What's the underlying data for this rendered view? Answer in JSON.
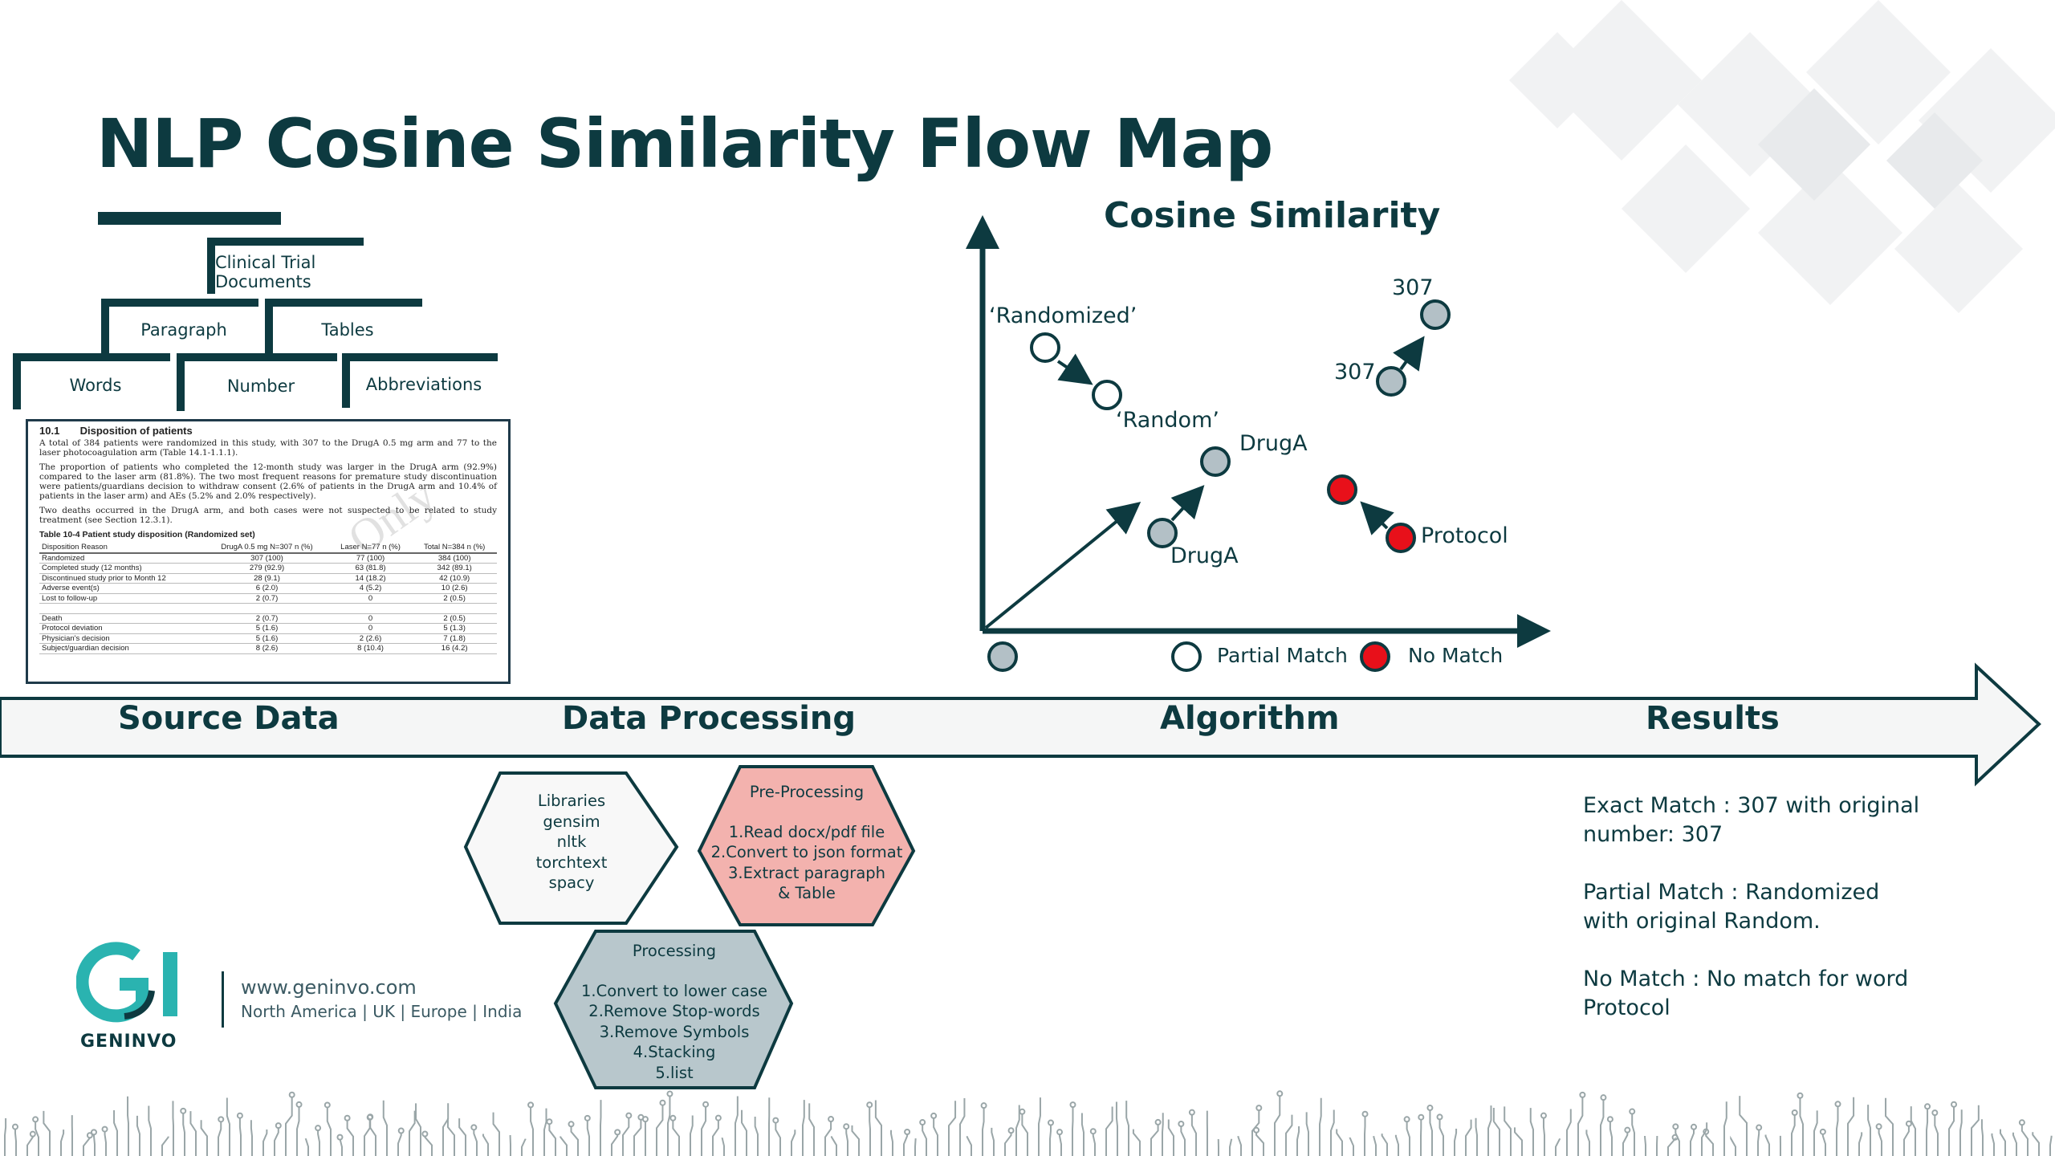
{
  "title": "NLP Cosine Similarity Flow Map",
  "tree": {
    "root": "Clinical Trial Documents",
    "level2": [
      "Paragraph",
      "Tables"
    ],
    "level3": [
      "Words",
      "Number",
      "Abbreviations"
    ]
  },
  "document": {
    "section_number": "10.1",
    "section_title": "Disposition of patients",
    "paragraph1": "A total of 384 patients were randomized in this study, with 307 to the DrugA 0.5 mg arm and 77 to the laser photocoagulation arm (Table 14.1-1.1.1).",
    "paragraph2": "The proportion of patients who completed the 12-month study was larger in the DrugA arm (92.9%) compared to the laser arm (81.8%). The two most frequent reasons for premature study discontinuation were patients/guardians decision to withdraw consent (2.6% of patients in the DrugA arm and 10.4% of patients in the laser arm) and AEs (5.2% and 2.0% respectively).",
    "paragraph3": "Two deaths occurred in the DrugA arm, and both cases were not suspected to be related to study treatment (see Section 12.3.1).",
    "table_caption": "Table 10-4     Patient study disposition (Randomized set)",
    "watermark": "Only",
    "table_headers": [
      "Disposition Reason",
      "DrugA 0.5 mg N=307 n (%)",
      "Laser N=77 n (%)",
      "Total N=384 n (%)"
    ],
    "table_rows": [
      [
        "Randomized",
        "307 (100)",
        "77 (100)",
        "384 (100)"
      ],
      [
        "Completed study (12 months)",
        "279 (92.9)",
        "63 (81.8)",
        "342 (89.1)"
      ],
      [
        "Discontinued study prior to Month 12",
        "28 (9.1)",
        "14 (18.2)",
        "42 (10.9)"
      ],
      [
        "Adverse event(s)",
        "6 (2.0)",
        "4 (5.2)",
        "10 (2.6)"
      ],
      [
        "Lost to follow-up",
        "2 (0.7)",
        "0",
        "2 (0.5)"
      ],
      [
        "",
        "",
        "",
        ""
      ],
      [
        "Death",
        "2 (0.7)",
        "0",
        "2 (0.5)"
      ],
      [
        "Protocol deviation",
        "5 (1.6)",
        "0",
        "5 (1.3)"
      ],
      [
        "Physician's decision",
        "5 (1.6)",
        "2 (2.6)",
        "7 (1.8)"
      ],
      [
        "Subject/guardian decision",
        "8 (2.6)",
        "8 (10.4)",
        "16 (4.2)"
      ]
    ]
  },
  "cosine": {
    "title": "Cosine Similarity",
    "labels": {
      "randomized": "‘Randomized’",
      "random": "‘Random’",
      "druga_top": "DrugA",
      "druga_bottom": "DrugA",
      "n307_top": "307",
      "n307_left": "307",
      "protocol": "Protocol"
    },
    "legend": {
      "partial": "Partial Match",
      "nomatch": "No Match"
    },
    "colors": {
      "grey": "#b3c0c6",
      "white": "#ffffff",
      "red": "#e8101a",
      "axis": "#0d3a40"
    }
  },
  "stages": [
    "Source Data",
    "Data Processing",
    "Algorithm",
    "Results"
  ],
  "hexagons": {
    "libraries": [
      "Libraries",
      "gensim",
      "nltk",
      "torchtext",
      "spacy"
    ],
    "preprocessing": {
      "title": "Pre-Processing",
      "items": [
        "1.Read docx/pdf file",
        "2.Convert to json format",
        "3.Extract paragraph",
        "& Table"
      ]
    },
    "processing": {
      "title": "Processing",
      "items": [
        "1.Convert to lower case",
        "2.Remove Stop-words",
        "3.Remove Symbols",
        "4.Stacking",
        "5.list"
      ]
    }
  },
  "results": {
    "exact": "Exact Match : 307 with original number: 307",
    "partial": "Partial Match : Randomized with original Random.",
    "nomatch": "No Match : No match for word Protocol"
  },
  "brand": {
    "name": "GENINVO",
    "url": "www.geninvo.com",
    "regions": "North America | UK | Europe | India",
    "colors": {
      "teal": "#2ab3b0",
      "dark": "#0d3a40"
    }
  }
}
